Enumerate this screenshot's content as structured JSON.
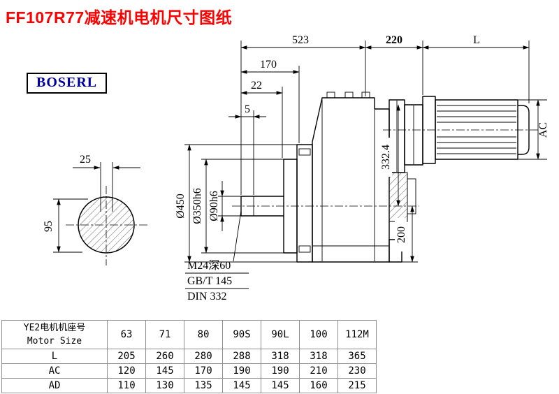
{
  "title": "FF107R77减速机电机尺寸图纸",
  "brand": "BOSERL",
  "colors": {
    "title": "#ff0000",
    "brand_text": "#00009c"
  },
  "drawing": {
    "dims": {
      "d523": "523",
      "d220": "220",
      "dL": "L",
      "d170": "170",
      "d22": "22",
      "d5": "5",
      "d25": "25",
      "d95": "95",
      "dAC": "AC",
      "d332": "332.4",
      "d200": "200",
      "dia450": "Ø450",
      "dia350": "Ø350h6",
      "dia90": "Ø90h6"
    },
    "notes": [
      "M24深60",
      "GB/T 145",
      "DIN 332"
    ]
  },
  "table": {
    "header": {
      "col0_line1": "YE2电机机座号",
      "col0_line2": "Motor Size",
      "sizes": [
        "63",
        "71",
        "80",
        "90S",
        "90L",
        "100",
        "112M"
      ]
    },
    "rows": [
      {
        "label": "L",
        "values": [
          "205",
          "260",
          "280",
          "288",
          "318",
          "318",
          "365"
        ]
      },
      {
        "label": "AC",
        "values": [
          "120",
          "145",
          "170",
          "190",
          "190",
          "210",
          "230"
        ]
      },
      {
        "label": "AD",
        "values": [
          "110",
          "130",
          "135",
          "145",
          "145",
          "160",
          "215"
        ]
      }
    ]
  }
}
